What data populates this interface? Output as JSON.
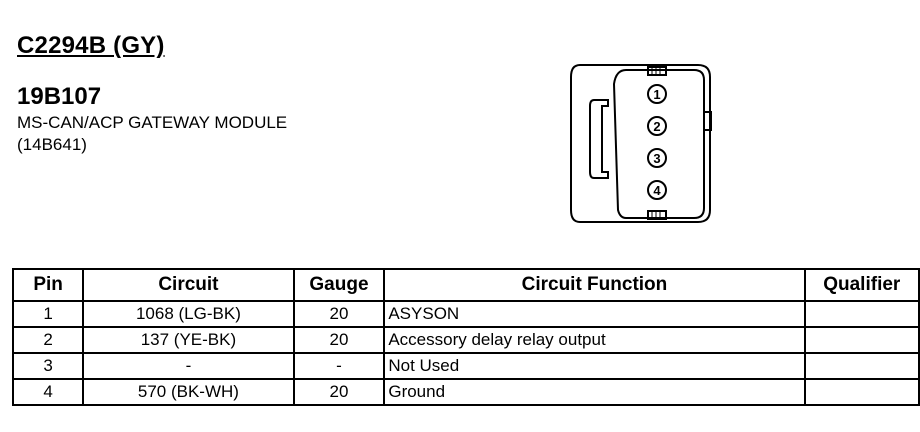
{
  "connector": {
    "id": "C2294B (GY)",
    "part_number": "19B107",
    "description": "MS-CAN/ACP GATEWAY MODULE",
    "module_code": "(14B641)",
    "pin_labels": [
      "1",
      "2",
      "3",
      "4"
    ]
  },
  "table": {
    "headers": [
      "Pin",
      "Circuit",
      "Gauge",
      "Circuit Function",
      "Qualifier"
    ],
    "rows": [
      {
        "pin": "1",
        "circuit": "1068 (LG-BK)",
        "gauge": "20",
        "function": "ASYSON",
        "qualifier": ""
      },
      {
        "pin": "2",
        "circuit": "137 (YE-BK)",
        "gauge": "20",
        "function": "Accessory delay relay output",
        "qualifier": ""
      },
      {
        "pin": "3",
        "circuit": "-",
        "gauge": "-",
        "function": "Not Used",
        "qualifier": ""
      },
      {
        "pin": "4",
        "circuit": "570 (BK-WH)",
        "gauge": "20",
        "function": "Ground",
        "qualifier": ""
      }
    ]
  }
}
